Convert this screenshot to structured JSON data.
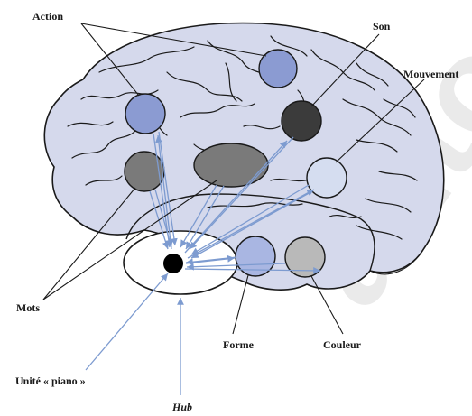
{
  "labels": {
    "action": "Action",
    "son": "Son",
    "mouvement": "Mouvement",
    "mots": "Mots",
    "forme": "Forme",
    "couleur": "Couleur",
    "unite_piano": "Unité « piano »",
    "hub": "Hub"
  },
  "watermark": "auto",
  "colors": {
    "brain_fill": "#d5d9ec",
    "outline": "#1a1a1a",
    "arrow": "#7d9bd0",
    "action_node": "#8b9bd2",
    "son_node": "#3b3b3b",
    "mouvement_node": "#d5ddf0",
    "mots_node": "#7a7a7a",
    "hub_region": "#7a7a7a",
    "forme_node": "#a9b6e2",
    "couleur_node": "#b9b9b9",
    "temporal_pole": "#ffffff",
    "unit_dot": "#000000"
  }
}
